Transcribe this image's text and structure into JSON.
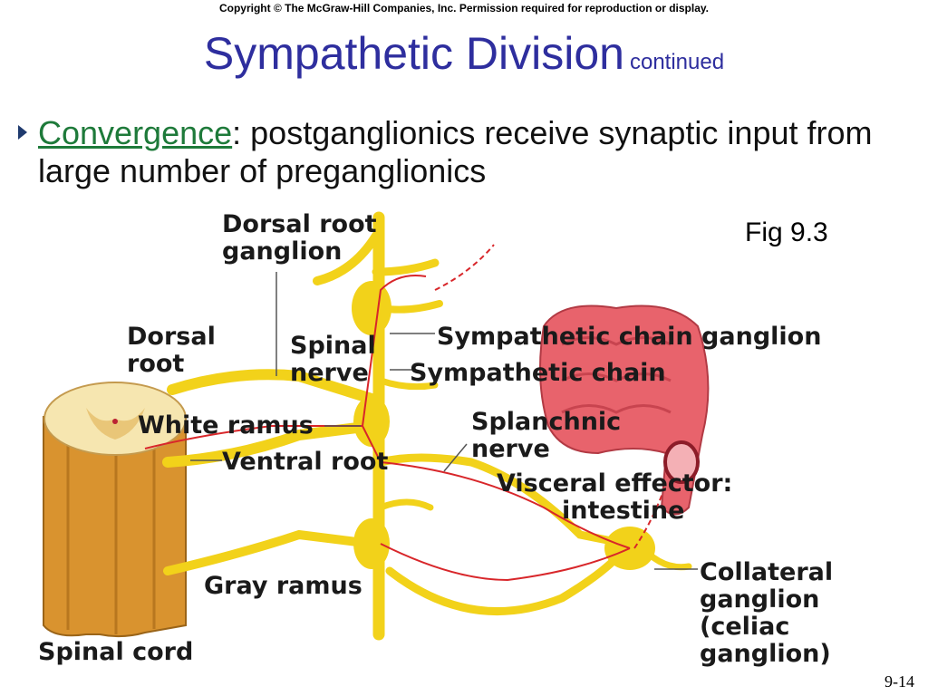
{
  "copyright": "Copyright © The McGraw-Hill Companies, Inc. Permission required for reproduction or display.",
  "title": {
    "main": "Sympathetic Division",
    "sub": "continued"
  },
  "bullet": {
    "term": "Convergence",
    "text": ": postganglionics receive synaptic input from large number of preganglionics"
  },
  "figure_ref": "Fig 9.3",
  "slide_number": "9-14",
  "figure_labels": {
    "dorsal_root_ganglion_1": "Dorsal root",
    "dorsal_root_ganglion_2": "ganglion",
    "dorsal_root_1": "Dorsal",
    "dorsal_root_2": "root",
    "spinal_nerve_1": "Spinal",
    "spinal_nerve_2": "nerve",
    "white_ramus": "White ramus",
    "ventral_root": "Ventral root",
    "gray_ramus": "Gray ramus",
    "spinal_cord": "Spinal cord",
    "sympathetic_chain_ganglion": "Sympathetic chain ganglion",
    "sympathetic_chain": "Sympathetic chain",
    "splanchnic_nerve_1": "Splanchnic",
    "splanchnic_nerve_2": "nerve",
    "visceral_effector_1": "Visceral effector:",
    "visceral_effector_2": "intestine",
    "collateral_ganglion_1": "Collateral",
    "collateral_ganglion_2": "ganglion",
    "collateral_ganglion_3": "(celiac",
    "collateral_ganglion_4": "ganglion)"
  },
  "colors": {
    "title": "#2e2e9e",
    "term": "#1e7a3a",
    "nerve": "#f2d21a",
    "axon": "#d8262a",
    "cord": "#d9932f",
    "intestine": "#e8636c"
  }
}
